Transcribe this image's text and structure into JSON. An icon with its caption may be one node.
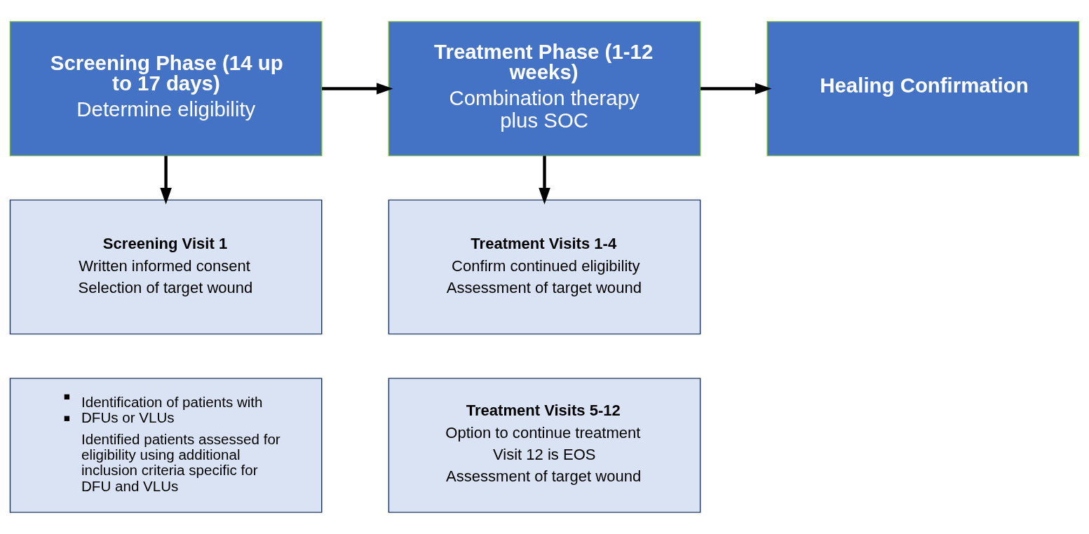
{
  "diagram": {
    "nodes": [
      {
        "text": [
          "Screening Phase (14 up to 17 days)",
          "Determine eligibility"
        ]
      },
      {
        "text": [
          "Treatment Phase (1-12 weeks)",
          "Combination therapy plus SOC"
        ]
      },
      {
        "text": [
          "Healing Confirmation"
        ]
      },
      {
        "text": [
          "Screening Visit 1",
          "Written informed consent",
          "Selection of target wound"
        ]
      },
      {
        "text": [
          "Treatment Visits 1-4",
          "Confirm continued eligibility",
          "Assessment of target wound"
        ]
      },
      {
        "text": [
          "Identification of patients with DFUs or VLUs",
          "Identified patients assessed for eligibility using additional inclusion criteria specific for DFU and VLUs"
        ]
      },
      {
        "text": [
          "Treatment Visits 5-12",
          "Option to continue treatment",
          "Visit 12 is EOS",
          "Assessment of target wound"
        ]
      }
    ],
    "edges": [
      {
        "from": 0,
        "to": 1,
        "arrow": "to"
      },
      {
        "from": 1,
        "to": 2,
        "arrow": "to"
      },
      {
        "from": 0,
        "to": 3,
        "arrow": "to"
      },
      {
        "from": 1,
        "to": 4,
        "arrow": "to"
      }
    ]
  }
}
